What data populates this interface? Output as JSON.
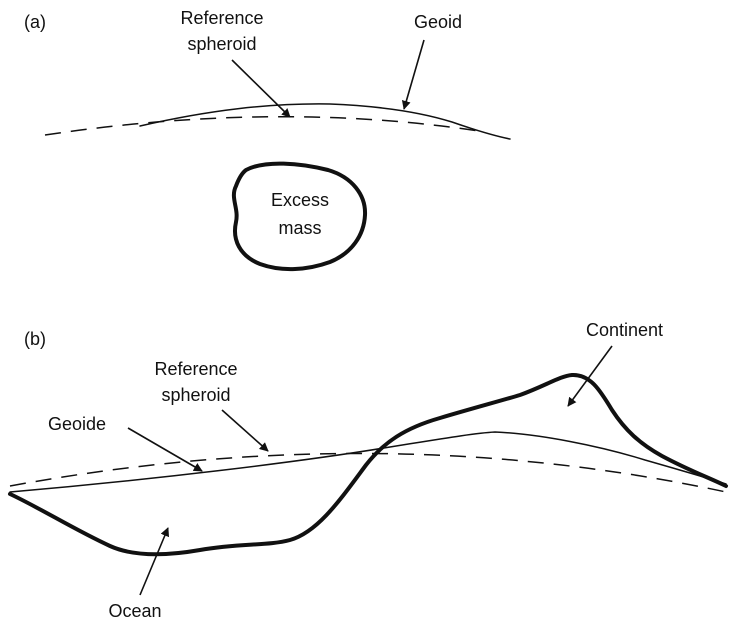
{
  "panel_a": {
    "label": "(a)",
    "reference_spheroid_line1": "Reference",
    "reference_spheroid_line2": "spheroid",
    "geoid": "Geoid",
    "excess_mass_line1": "Excess",
    "excess_mass_line2": "mass"
  },
  "panel_b": {
    "label": "(b)",
    "reference_spheroid_line1": "Reference",
    "reference_spheroid_line2": "spheroid",
    "geoide": "Geoide",
    "continent": "Continent",
    "ocean": "Ocean"
  },
  "colors": {
    "ink": "#111111",
    "background": "#ffffff"
  }
}
